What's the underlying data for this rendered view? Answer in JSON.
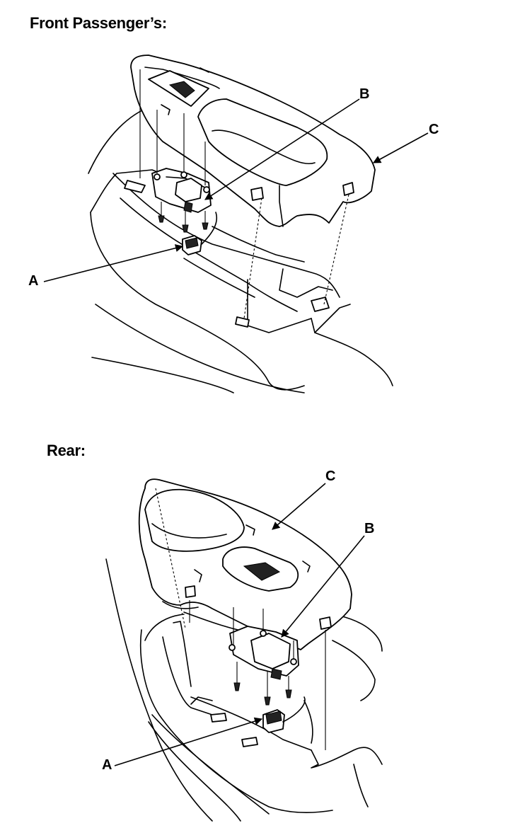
{
  "front": {
    "title": "Front Passenger’s:",
    "labels": {
      "a": "A",
      "b": "B",
      "c": "C"
    }
  },
  "rear": {
    "title": "Rear:",
    "labels": {
      "a": "A",
      "b": "B",
      "c": "C"
    }
  },
  "colors": {
    "line": "#000000",
    "background": "#ffffff"
  }
}
